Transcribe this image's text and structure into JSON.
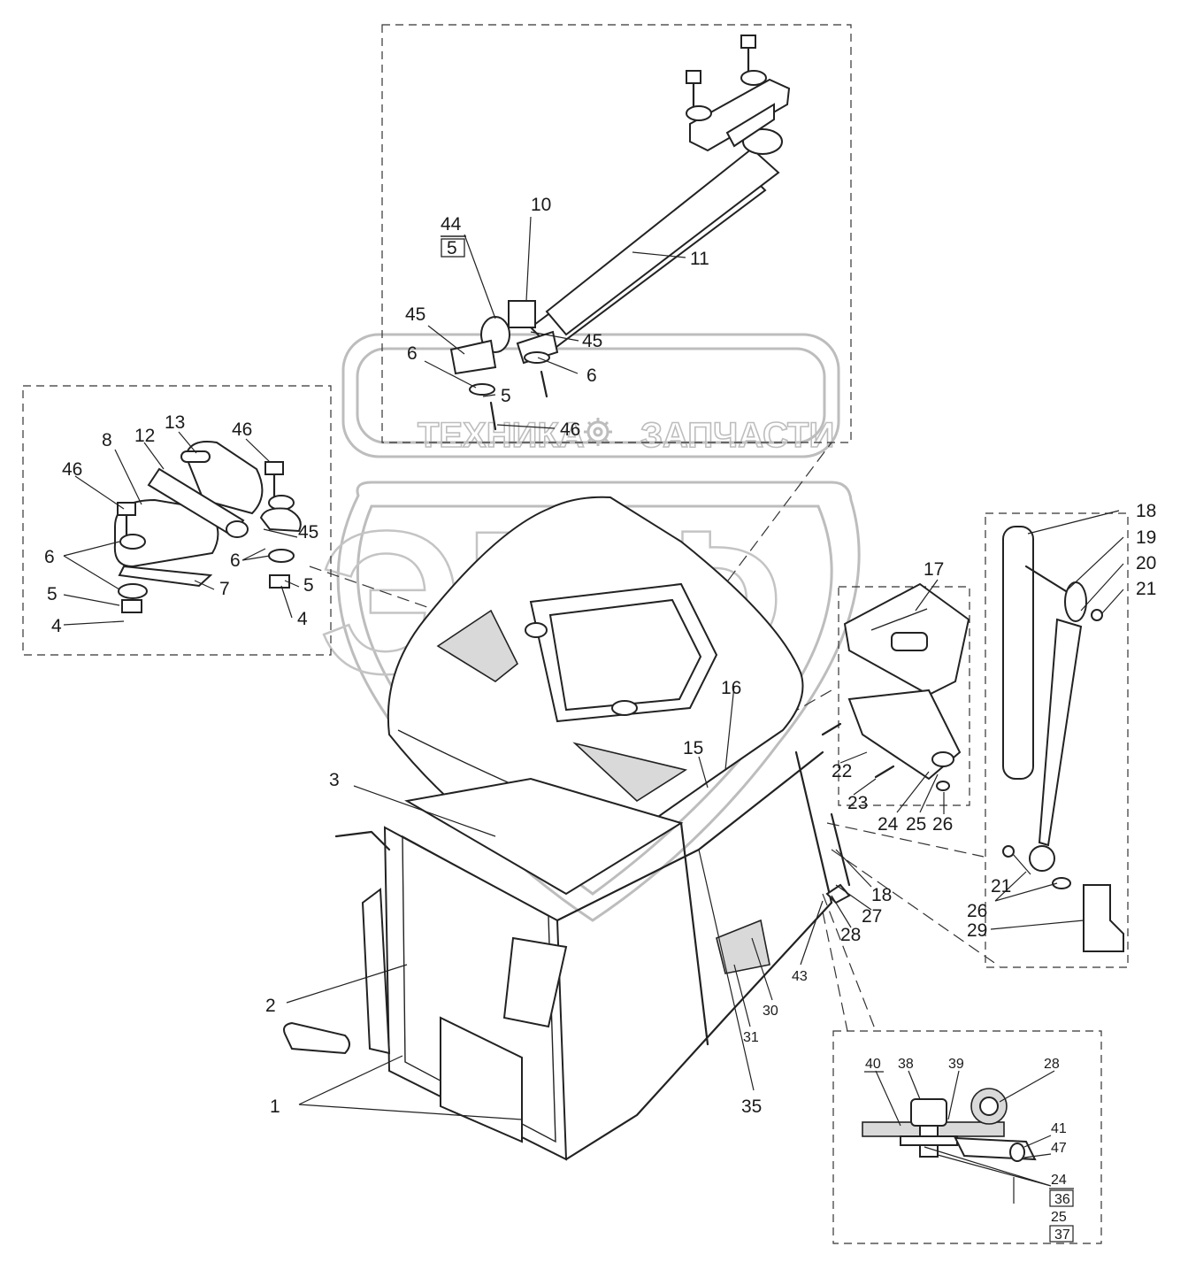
{
  "watermark": {
    "text_left": "ТЕХНИКА",
    "text_right": "ЗАПЧАСТИ",
    "emblem": "ЭПФ",
    "gear": "gear-icon"
  },
  "callouts": {
    "c1": "1",
    "c2": "2",
    "c3": "3",
    "c4a": "4",
    "c4b": "4",
    "c5a": "5",
    "c5b": "5",
    "c5c": "5",
    "c5d": "5",
    "c6a": "6",
    "c6b": "6",
    "c6c": "6",
    "c6d": "6",
    "c7": "7",
    "c8": "8",
    "c10": "10",
    "c11": "11",
    "c12": "12",
    "c13": "13",
    "c15": "15",
    "c16": "16",
    "c17": "17",
    "c18a": "18",
    "c18b": "18",
    "c19": "19",
    "c20": "20",
    "c21a": "21",
    "c21b": "21",
    "c22": "22",
    "c23": "23",
    "c24a": "24",
    "c24b": "24",
    "c25a": "25",
    "c25b": "25",
    "c26a": "26",
    "c26b": "26",
    "c27": "27",
    "c28a": "28",
    "c28b": "28",
    "c29": "29",
    "c30": "30",
    "c31": "31",
    "c35": "35",
    "c36": "36",
    "c37": "37",
    "c38": "38",
    "c39": "39",
    "c40": "40",
    "c41": "41",
    "c43": "43",
    "c44": "44",
    "c45a": "45",
    "c45b": "45",
    "c45c": "45",
    "c46a": "46",
    "c46b": "46",
    "c46c": "46",
    "c47": "47"
  }
}
